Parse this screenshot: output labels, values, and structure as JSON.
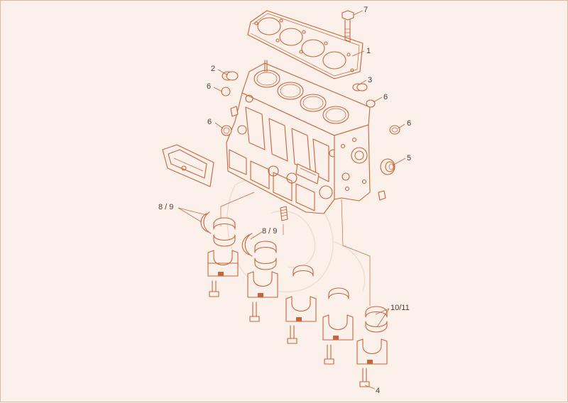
{
  "diagram": {
    "callouts": [
      {
        "id": "c7",
        "text": "7"
      },
      {
        "id": "c1",
        "text": "1"
      },
      {
        "id": "c2",
        "text": "2"
      },
      {
        "id": "c3",
        "text": "3"
      },
      {
        "id": "c6a",
        "text": "6"
      },
      {
        "id": "c6b",
        "text": "6"
      },
      {
        "id": "c6c",
        "text": "6"
      },
      {
        "id": "c6d",
        "text": "6"
      },
      {
        "id": "c5",
        "text": "5"
      },
      {
        "id": "c89a",
        "text": "8 / 9"
      },
      {
        "id": "c89b",
        "text": "8 / 9"
      },
      {
        "id": "c1011",
        "text": "10/11"
      },
      {
        "id": "c4",
        "text": "4"
      }
    ]
  },
  "colors": {
    "line": "#c8643a",
    "background": "#fbf1ea",
    "label_text": "#4a3a33"
  }
}
